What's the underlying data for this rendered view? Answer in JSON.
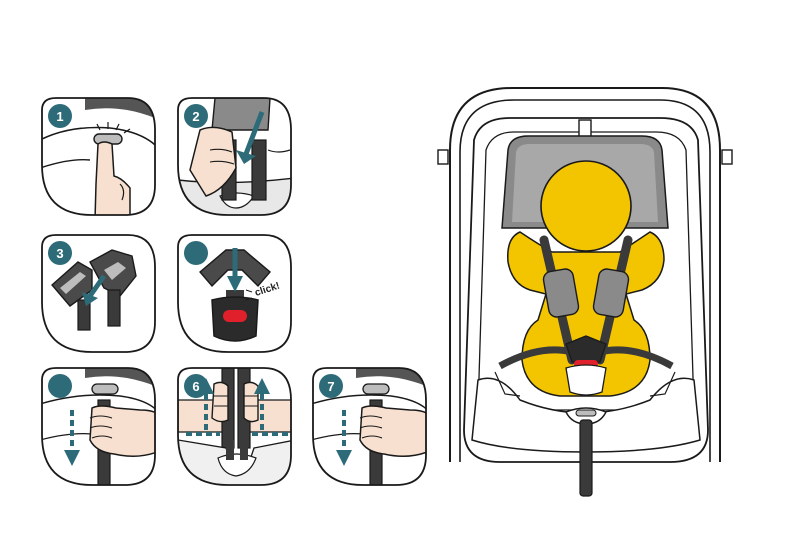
{
  "steps": [
    {
      "number": "1"
    },
    {
      "number": "2"
    },
    {
      "number": "3"
    },
    {
      "number": ""
    },
    {
      "number": ""
    },
    {
      "number": "6"
    },
    {
      "number": "7"
    }
  ],
  "sound_effect": "click!",
  "colors": {
    "badge": "#2d6b78",
    "arrow": "#2d6b78",
    "outline": "#1a1a1a",
    "harness_gray": "#6f6f6f",
    "strap_dark": "#3a3a3a",
    "baby_yellow": "#f2c500",
    "buckle_red": "#e0202a",
    "skin": "#f7e0cf"
  }
}
